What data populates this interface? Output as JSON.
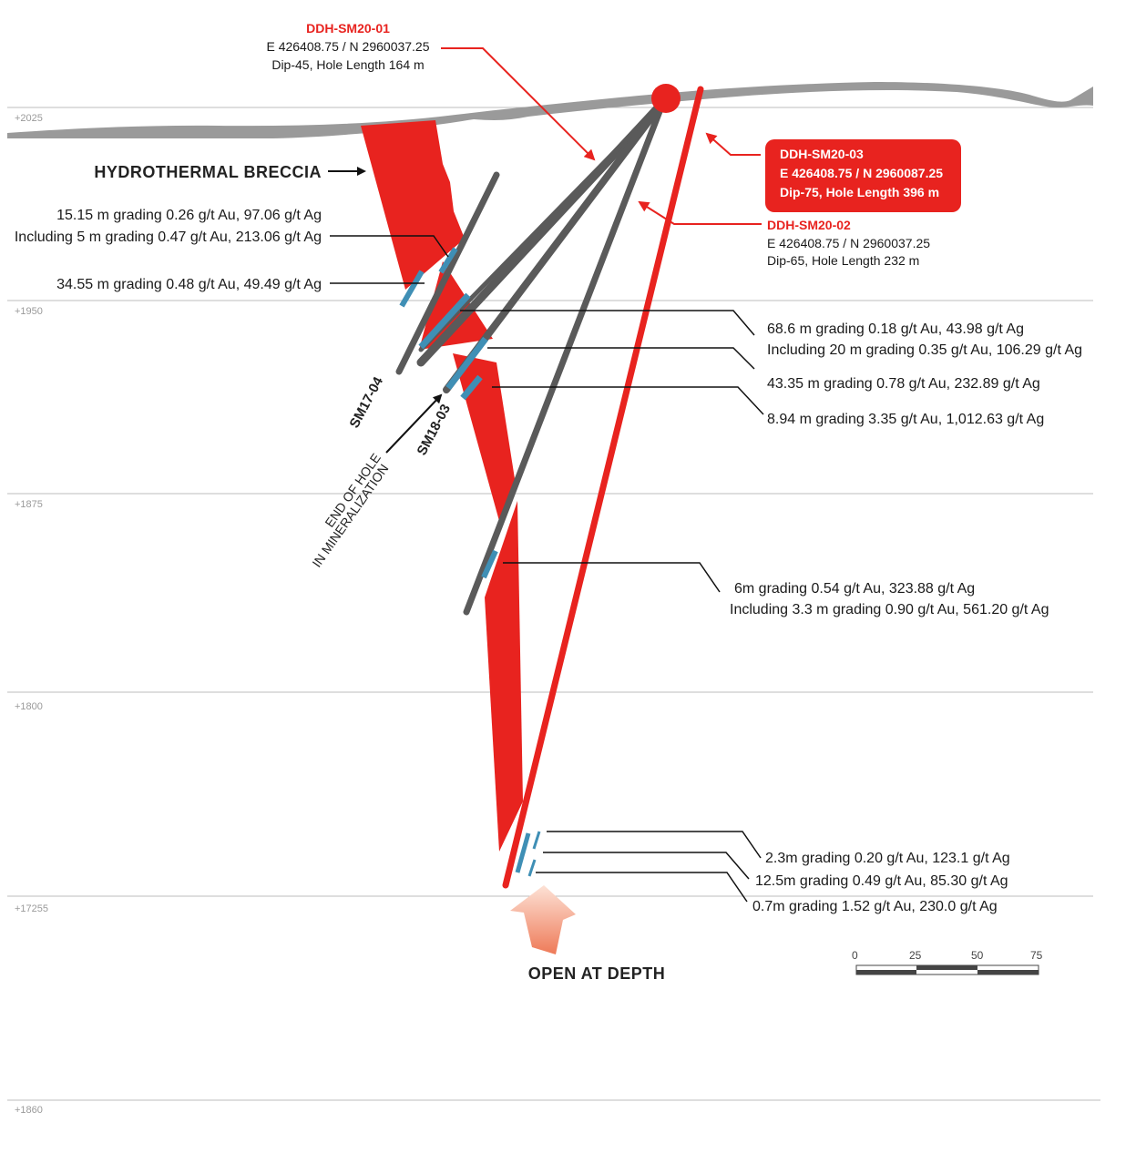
{
  "elevations": [
    "+2025",
    "+1950",
    "+1875",
    "+1800",
    "+17255",
    "+1860"
  ],
  "holes": {
    "sm20_01": {
      "name": "DDH-SM20-01",
      "coords": "E 426408.75 / N 2960037.25",
      "details": "Dip-45, Hole Length 164 m"
    },
    "sm20_02": {
      "name": "DDH-SM20-02",
      "coords": "E 426408.75 / N 2960037.25",
      "details": "Dip-65, Hole Length 232 m"
    },
    "sm20_03": {
      "name": "DDH-SM20-03",
      "coords": "E 426408.75 / N 2960087.25",
      "details": "Dip-75, Hole Length 396 m"
    },
    "sm17_04": {
      "name": "SM17-04"
    },
    "sm18_03": {
      "name": "SM18-03"
    }
  },
  "labels": {
    "breccia": "HYDROTHERMAL BRECCIA",
    "end_of_hole_1": "END OF HOLE",
    "end_of_hole_2": "IN MINERALIZATION",
    "open_at_depth": "OPEN AT DEPTH"
  },
  "intercepts": {
    "left1": "15.15 m grading 0.26 g/t Au, 97.06 g/t Ag",
    "left2": "Including 5 m grading 0.47 g/t Au, 213.06 g/t Ag",
    "left3": "34.55 m grading 0.48 g/t Au, 49.49 g/t Ag",
    "right1": "68.6 m grading 0.18 g/t Au, 43.98 g/t Ag",
    "right2": "Including 20 m grading 0.35 g/t Au, 106.29 g/t Ag",
    "right3": "43.35 m grading 0.78 g/t Au, 232.89 g/t Ag",
    "right4": "8.94 m grading 3.35 g/t Au, 1,012.63 g/t Ag",
    "mid1": "6m grading 0.54 g/t Au, 323.88 g/t Ag",
    "mid2": "Including 3.3 m grading 0.90 g/t Au, 561.20 g/t Ag",
    "deep1": "2.3m grading 0.20 g/t Au, 123.1 g/t Ag",
    "deep2": "12.5m grading 0.49 g/t Au, 85.30 g/t Ag",
    "deep3": "0.7m grading 1.52 g/t Au,  230.0 g/t Ag"
  },
  "scale": {
    "ticks": [
      "0",
      "25",
      "50",
      "75"
    ]
  },
  "colors": {
    "breccia_red": "#e8231f",
    "hole_gray": "#5a5a5a",
    "intercept_blue": "#3f8fb5",
    "surface_gray": "#9a9a9a",
    "grid_gray": "#bdbdbd"
  }
}
